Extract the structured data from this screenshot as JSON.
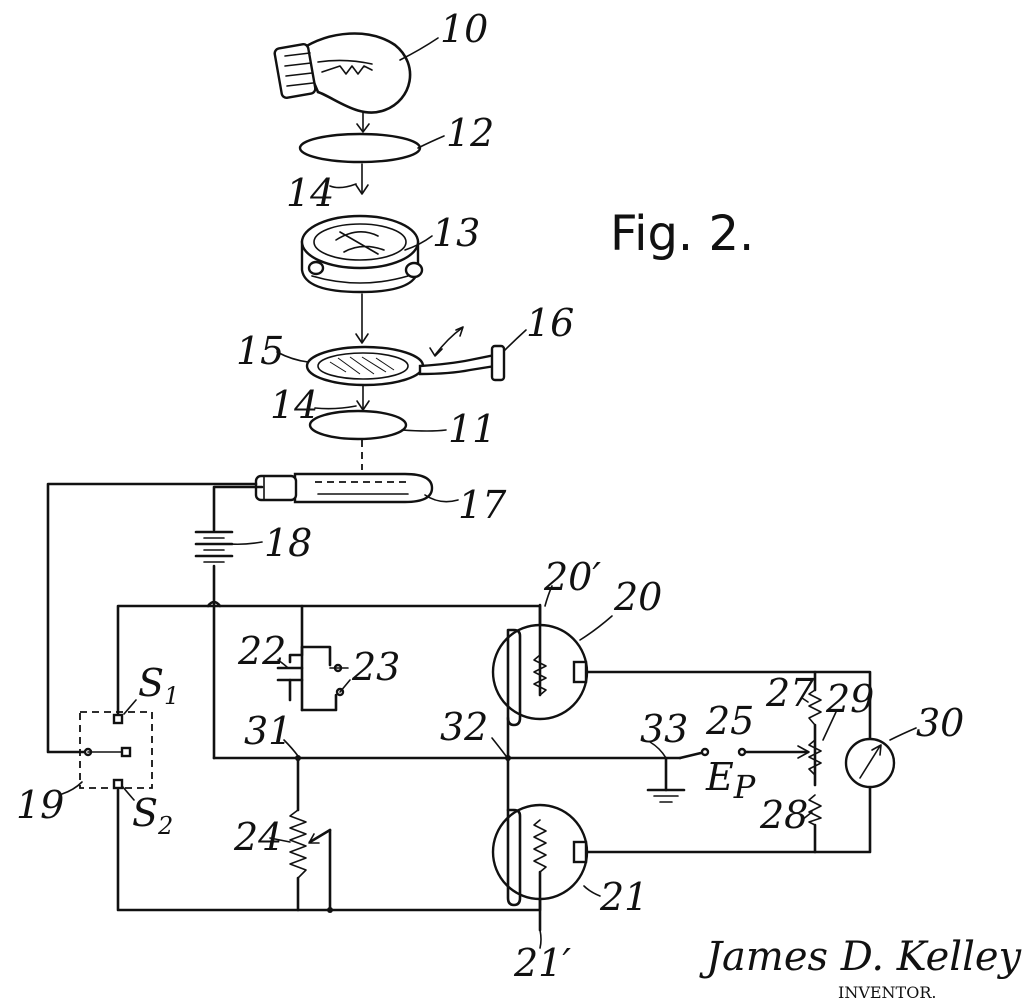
{
  "figure_title": "Fig. 2.",
  "labels": {
    "lamp": "10",
    "lens_top": "12",
    "light_path_upper": "14",
    "holder": "13",
    "sample_holder": "15",
    "handle": "16",
    "light_path_lower": "14",
    "lens_bottom": "11",
    "photocell": "17",
    "battery": "18",
    "switch_box": "19",
    "switch_s1": "S",
    "switch_s1_sub": "1",
    "switch_s2": "S",
    "switch_s2_sub": "2",
    "tube_upper": "20",
    "tube_upper_filament": "20′",
    "tube_lower": "21",
    "tube_lower_filament": "21′",
    "capacitor": "22",
    "capacitor_switch": "23",
    "rheostat": "24",
    "terminal": "25",
    "resistor_upper": "27",
    "resistor_lower": "28",
    "slider": "29",
    "meter": "30",
    "node_left": "31",
    "node_center": "32",
    "ground": "33",
    "ep_main": "E",
    "ep_sub": "P"
  },
  "inventor": {
    "name": "James D. Kelley",
    "caption": "INVENTOR."
  }
}
